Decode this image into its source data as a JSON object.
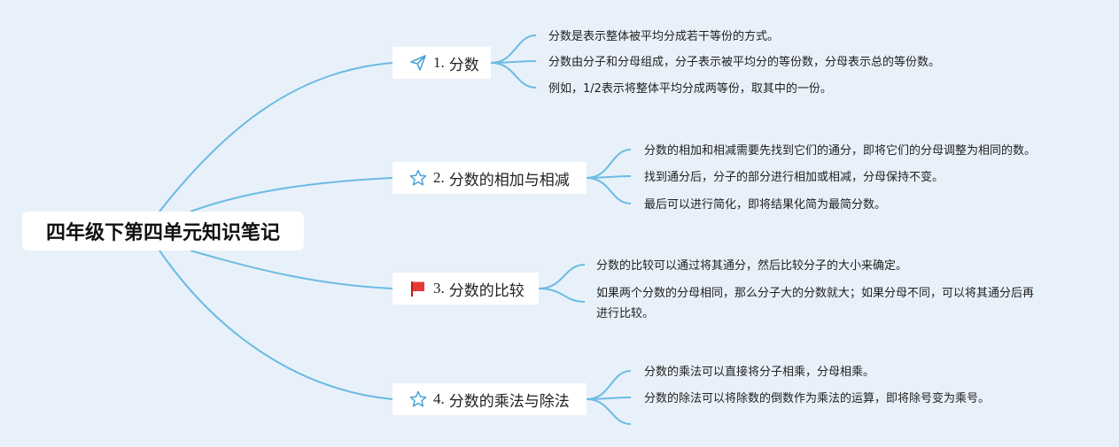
{
  "root": {
    "title": "四年级下第四单元知识笔记"
  },
  "topics": [
    {
      "num": "1.",
      "title": "分数",
      "icon": "paper-plane-icon",
      "notes": [
        "分数是表示整体被平均分成若干等份的方式。",
        "分数由分子和分母组成，分子表示被平均分的等份数，分母表示总的等份数。",
        "例如，1/2表示将整体平均分成两等份，取其中的一份。"
      ]
    },
    {
      "num": "2.",
      "title": "分数的相加与相减",
      "icon": "star-icon",
      "notes": [
        "分数的相加和相减需要先找到它们的通分，即将它们的分母调整为相同的数。",
        "找到通分后，分子的部分进行相加或相减，分母保持不变。",
        "最后可以进行简化，即将结果化简为最简分数。"
      ]
    },
    {
      "num": "3.",
      "title": "分数的比较",
      "icon": "red-flag-icon",
      "notes": [
        "分数的比较可以通过将其通分，然后比较分子的大小来确定。",
        "如果两个分数的分母相同，那么分子大的分数就大；如果分母不同，可以将其通分后再进行比较。"
      ]
    },
    {
      "num": "4.",
      "title": "分数的乘法与除法",
      "icon": "star-icon",
      "notes": [
        "分数的乘法可以直接将分子相乘，分母相乘。",
        "分数的除法可以将除数的倒数作为乘法的运算，即将除号变为乘号。",
        ""
      ]
    }
  ],
  "colors": {
    "background": "#e8f1f9",
    "line": "#6bbbe3",
    "icon": "#4aa3d6",
    "flag": "#e53935"
  }
}
